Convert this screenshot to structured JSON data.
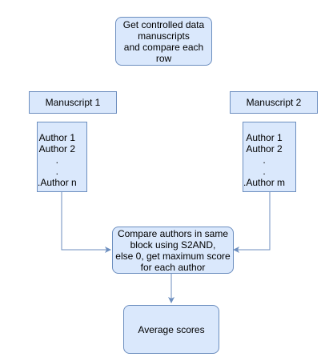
{
  "diagram": {
    "colors": {
      "fill": "#dae8fc",
      "stroke": "#6c8ebf",
      "text": "#000000"
    },
    "nodes": {
      "start": {
        "lines": [
          "Get controlled data",
          "manuscripts",
          "and compare each",
          "row"
        ]
      },
      "manuscript1_header": {
        "label": "Manuscript 1"
      },
      "manuscript2_header": {
        "label": "Manuscript 2"
      },
      "manuscript1_authors": {
        "lines": [
          "Author 1",
          "Author 2",
          ".",
          ".",
          ".Author n"
        ]
      },
      "manuscript2_authors": {
        "lines": [
          "Author 1",
          "Author 2",
          ".",
          ".",
          ".Author m"
        ]
      },
      "compare": {
        "lines": [
          "Compare authors in same",
          "block using S2AND,",
          "else 0, get maximum score",
          "for each author"
        ]
      },
      "average": {
        "label": "Average scores"
      }
    },
    "edges": [
      {
        "from": "manuscript1_authors",
        "to": "compare"
      },
      {
        "from": "manuscript2_authors",
        "to": "compare"
      },
      {
        "from": "compare",
        "to": "average"
      }
    ]
  }
}
